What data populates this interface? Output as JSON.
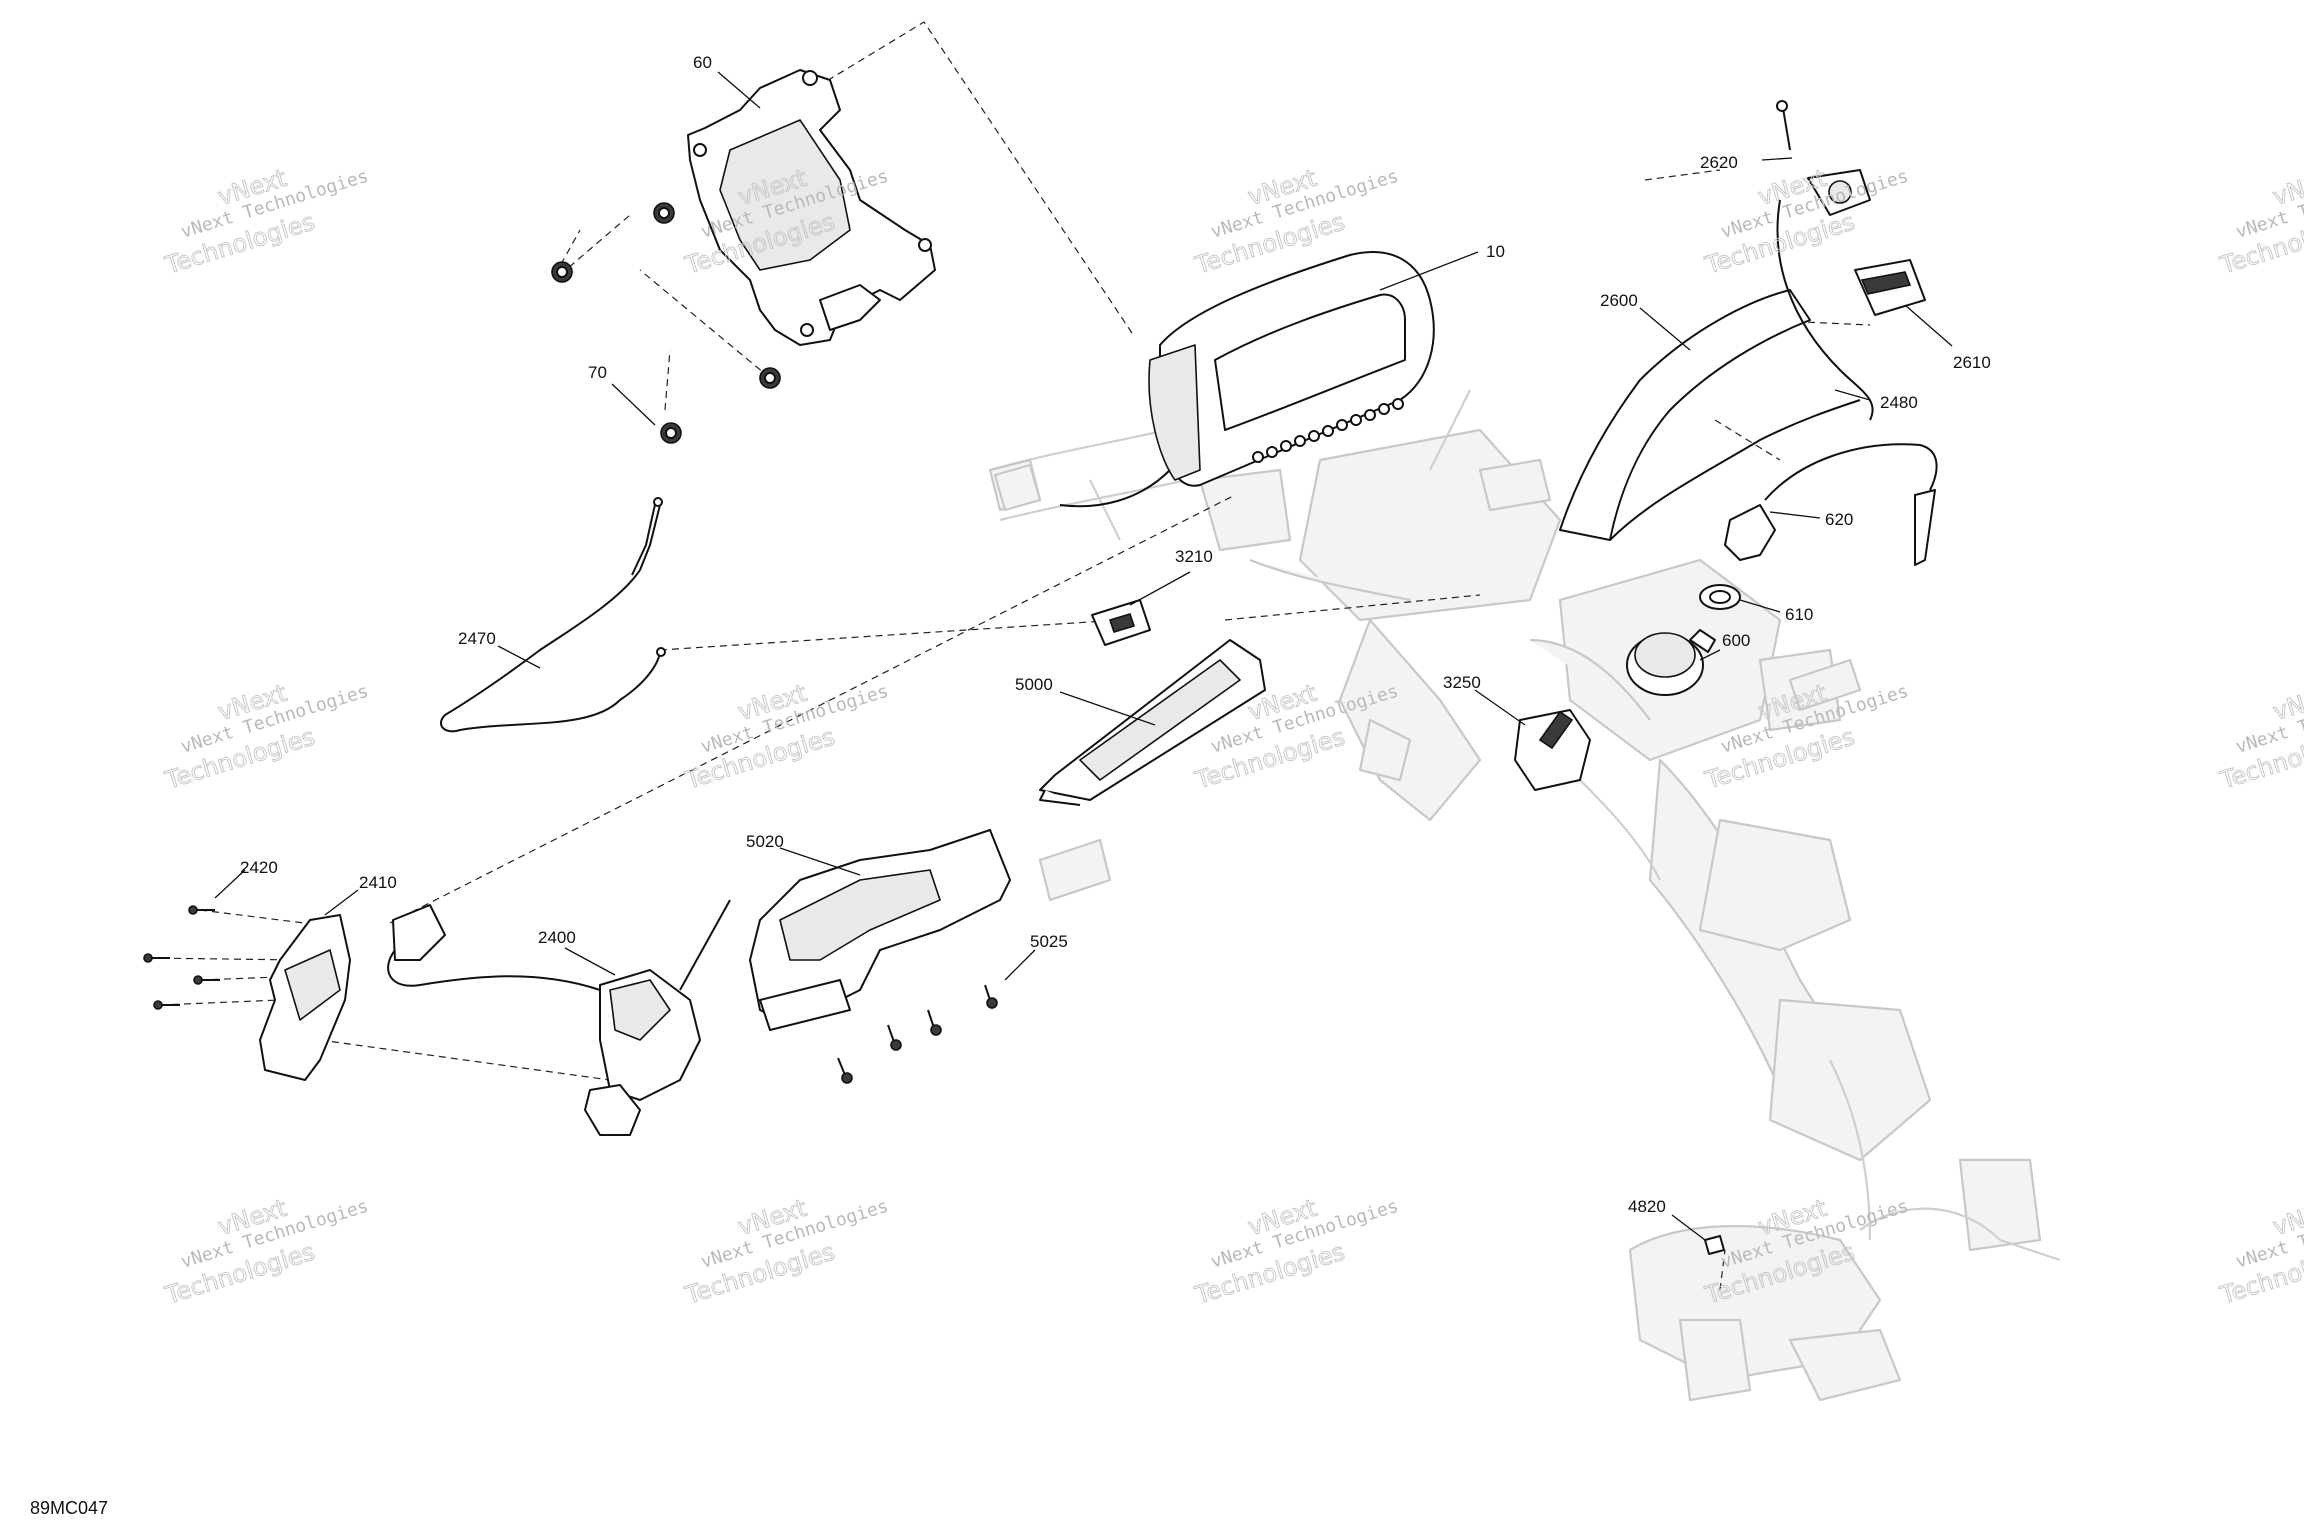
{
  "diagram": {
    "figure_code": "89MC047",
    "watermark": {
      "line1": "vNext Technologies",
      "line2": "Technologies",
      "small": "vNext"
    },
    "callouts": [
      {
        "id": "c60",
        "label": "60"
      },
      {
        "id": "c70",
        "label": "70"
      },
      {
        "id": "c10",
        "label": "10"
      },
      {
        "id": "c2620",
        "label": "2620"
      },
      {
        "id": "c2600",
        "label": "2600"
      },
      {
        "id": "c2610",
        "label": "2610"
      },
      {
        "id": "c2480",
        "label": "2480"
      },
      {
        "id": "c620",
        "label": "620"
      },
      {
        "id": "c610",
        "label": "610"
      },
      {
        "id": "c600",
        "label": "600"
      },
      {
        "id": "c3210",
        "label": "3210"
      },
      {
        "id": "c2470",
        "label": "2470"
      },
      {
        "id": "c5000",
        "label": "5000"
      },
      {
        "id": "c3250",
        "label": "3250"
      },
      {
        "id": "c5020",
        "label": "5020"
      },
      {
        "id": "c2420",
        "label": "2420"
      },
      {
        "id": "c2410",
        "label": "2410"
      },
      {
        "id": "c2400",
        "label": "2400"
      },
      {
        "id": "c5025",
        "label": "5025"
      },
      {
        "id": "c4820",
        "label": "4820"
      }
    ]
  }
}
